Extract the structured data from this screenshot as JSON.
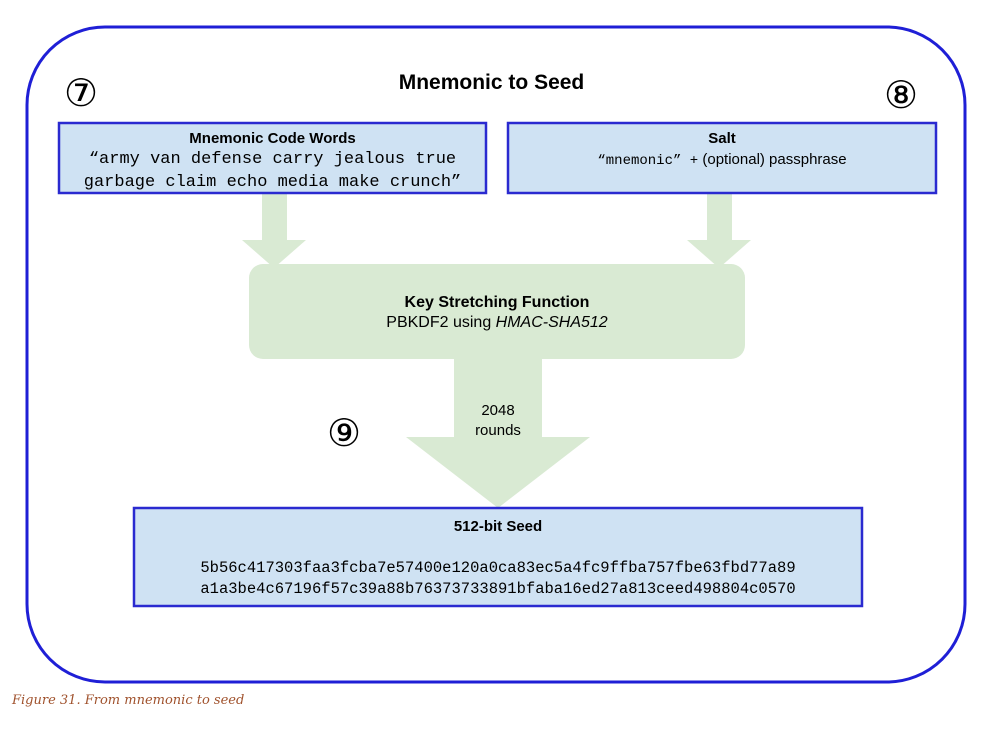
{
  "title": "Mnemonic to Seed",
  "steps": {
    "step7": "⑦",
    "step8": "⑧",
    "step9": "⑨"
  },
  "mnemonic_box": {
    "title": "Mnemonic Code Words",
    "line1": "“army van defense carry jealous true",
    "line2": "garbage claim echo media make crunch”"
  },
  "salt_box": {
    "title": "Salt",
    "mono_part": "“mnemonic” +",
    "text_part": "(optional) passphrase"
  },
  "key_stretching": {
    "title": "Key Stretching Function",
    "sub_prefix": "PBKDF2 using ",
    "sub_italic": "HMAC-SHA512"
  },
  "rounds": {
    "count": "2048",
    "label": "rounds"
  },
  "seed_box": {
    "title": "512-bit Seed",
    "line1": "5b56c417303faa3fcba7e57400e120a0ca83ec5a4fc9ffba757fbe63fbd77a89",
    "line2": "a1a3be4c67196f57c39a88b76373733891bfaba16ed27a813ceed498804c0570"
  },
  "caption": "Figure 31. From mnemonic to seed",
  "colors": {
    "outer_border": "#1f1fd6",
    "box_fill": "#cfe2f3",
    "box_border": "#2a2ad0",
    "arrow_fill": "#d9ead3",
    "caption": "#a0522d"
  }
}
